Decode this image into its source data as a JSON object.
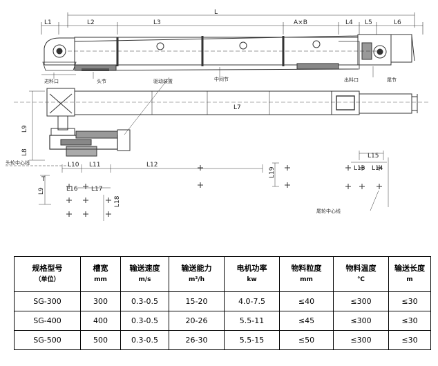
{
  "drawing": {
    "dims": {
      "L": "L",
      "L1": "L1",
      "L2": "L2",
      "L3": "L3",
      "AxB": "A×B",
      "L4": "L4",
      "L5": "L5",
      "L6": "L6",
      "L7": "L7",
      "L8": "L8",
      "L9": "L9",
      "L10": "L10",
      "L11": "L11",
      "L12": "L12",
      "L13": "L13",
      "L14": "L14",
      "L15": "L15",
      "L16": "L16",
      "L17": "L17",
      "L18": "L18",
      "L19": "L19",
      "T": "T"
    },
    "notes": {
      "inlet": "进料口",
      "head": "头节",
      "middle": "中间节",
      "outlet": "出料口",
      "tail": "尾节",
      "drive": "驱动装置",
      "head_center": "头轮中心线",
      "tail_center": "尾轮中心线"
    }
  },
  "table": {
    "headers": [
      {
        "line1": "规格型号",
        "line2": "（单位）"
      },
      {
        "line1": "槽宽",
        "line2": "mm"
      },
      {
        "line1": "输送速度",
        "line2": "m/s"
      },
      {
        "line1": "输送能力",
        "line2": "m³/h"
      },
      {
        "line1": "电机功率",
        "line2": "kw"
      },
      {
        "line1": "物料粒度",
        "line2": "mm"
      },
      {
        "line1": "物料温度",
        "line2": "℃"
      },
      {
        "line1": "输送长度",
        "line2": "m"
      }
    ],
    "rows": [
      [
        "SG-300",
        "300",
        "0.3-0.5",
        "15-20",
        "4.0-7.5",
        "≤40",
        "≤300",
        "≤30"
      ],
      [
        "SG-400",
        "400",
        "0.3-0.5",
        "20-26",
        "5.5-11",
        "≤45",
        "≤300",
        "≤30"
      ],
      [
        "SG-500",
        "500",
        "0.3-0.5",
        "26-30",
        "5.5-15",
        "≤50",
        "≤300",
        "≤30"
      ]
    ]
  }
}
